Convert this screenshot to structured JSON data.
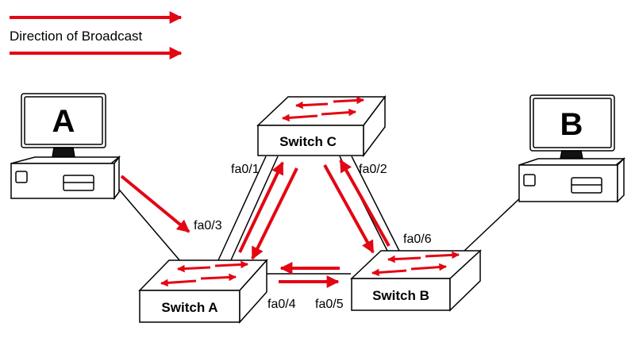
{
  "legend": {
    "text": "Direction of Broadcast",
    "arrow_color": "#e30613"
  },
  "hosts": {
    "a": "A",
    "b": "B"
  },
  "switches": {
    "a": "Switch A",
    "b": "Switch B",
    "c": "Switch C"
  },
  "ports": {
    "fa0_1": "fa0/1",
    "fa0_2": "fa0/2",
    "fa0_3": "fa0/3",
    "fa0_4": "fa0/4",
    "fa0_5": "fa0/5",
    "fa0_6": "fa0/6"
  },
  "colors": {
    "arrow": "#e30613",
    "outline": "#000000",
    "fill": "#ffffff"
  }
}
